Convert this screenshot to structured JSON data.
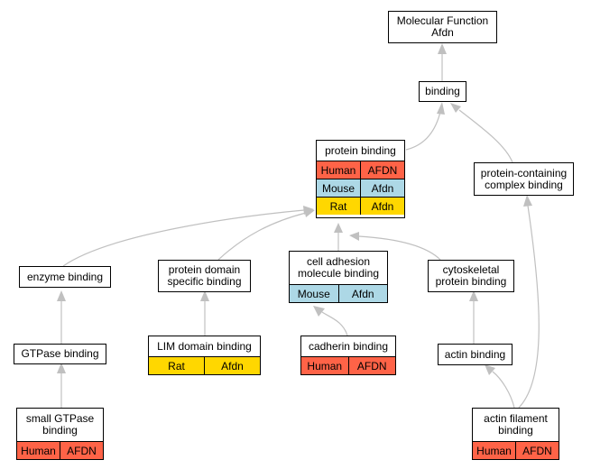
{
  "nodes": {
    "molecular_function": {
      "line1": "Molecular Function",
      "line2": "Afdn"
    },
    "binding": {
      "title": "binding"
    },
    "protein_binding": {
      "title": "protein binding",
      "rows": [
        {
          "species": "Human",
          "gene": "AFDN"
        },
        {
          "species": "Mouse",
          "gene": "Afdn"
        },
        {
          "species": "Rat",
          "gene": "Afdn"
        }
      ]
    },
    "protein_containing_complex_binding": {
      "line1": "protein-containing",
      "line2": "complex binding"
    },
    "enzyme_binding": {
      "title": "enzyme binding"
    },
    "protein_domain_specific_binding": {
      "line1": "protein domain",
      "line2": "specific binding"
    },
    "cell_adhesion_molecule_binding": {
      "line1": "cell adhesion",
      "line2": "molecule binding",
      "rows": [
        {
          "species": "Mouse",
          "gene": "Afdn"
        }
      ]
    },
    "cytoskeletal_protein_binding": {
      "line1": "cytoskeletal",
      "line2": "protein binding"
    },
    "gtpase_binding": {
      "title": "GTPase binding"
    },
    "lim_domain_binding": {
      "title": "LIM domain binding",
      "rows": [
        {
          "species": "Rat",
          "gene": "Afdn"
        }
      ]
    },
    "cadherin_binding": {
      "title": "cadherin binding",
      "rows": [
        {
          "species": "Human",
          "gene": "AFDN"
        }
      ]
    },
    "actin_binding": {
      "title": "actin binding"
    },
    "small_gtpase_binding": {
      "line1": "small GTPase",
      "line2": "binding",
      "rows": [
        {
          "species": "Human",
          "gene": "AFDN"
        }
      ]
    },
    "actin_filament_binding": {
      "line1": "actin filament",
      "line2": "binding",
      "rows": [
        {
          "species": "Human",
          "gene": "AFDN"
        }
      ]
    }
  },
  "colors": {
    "human": "#ff6347",
    "mouse": "#add8e6",
    "rat": "#ffd700",
    "edge": "#c0c0c0"
  }
}
